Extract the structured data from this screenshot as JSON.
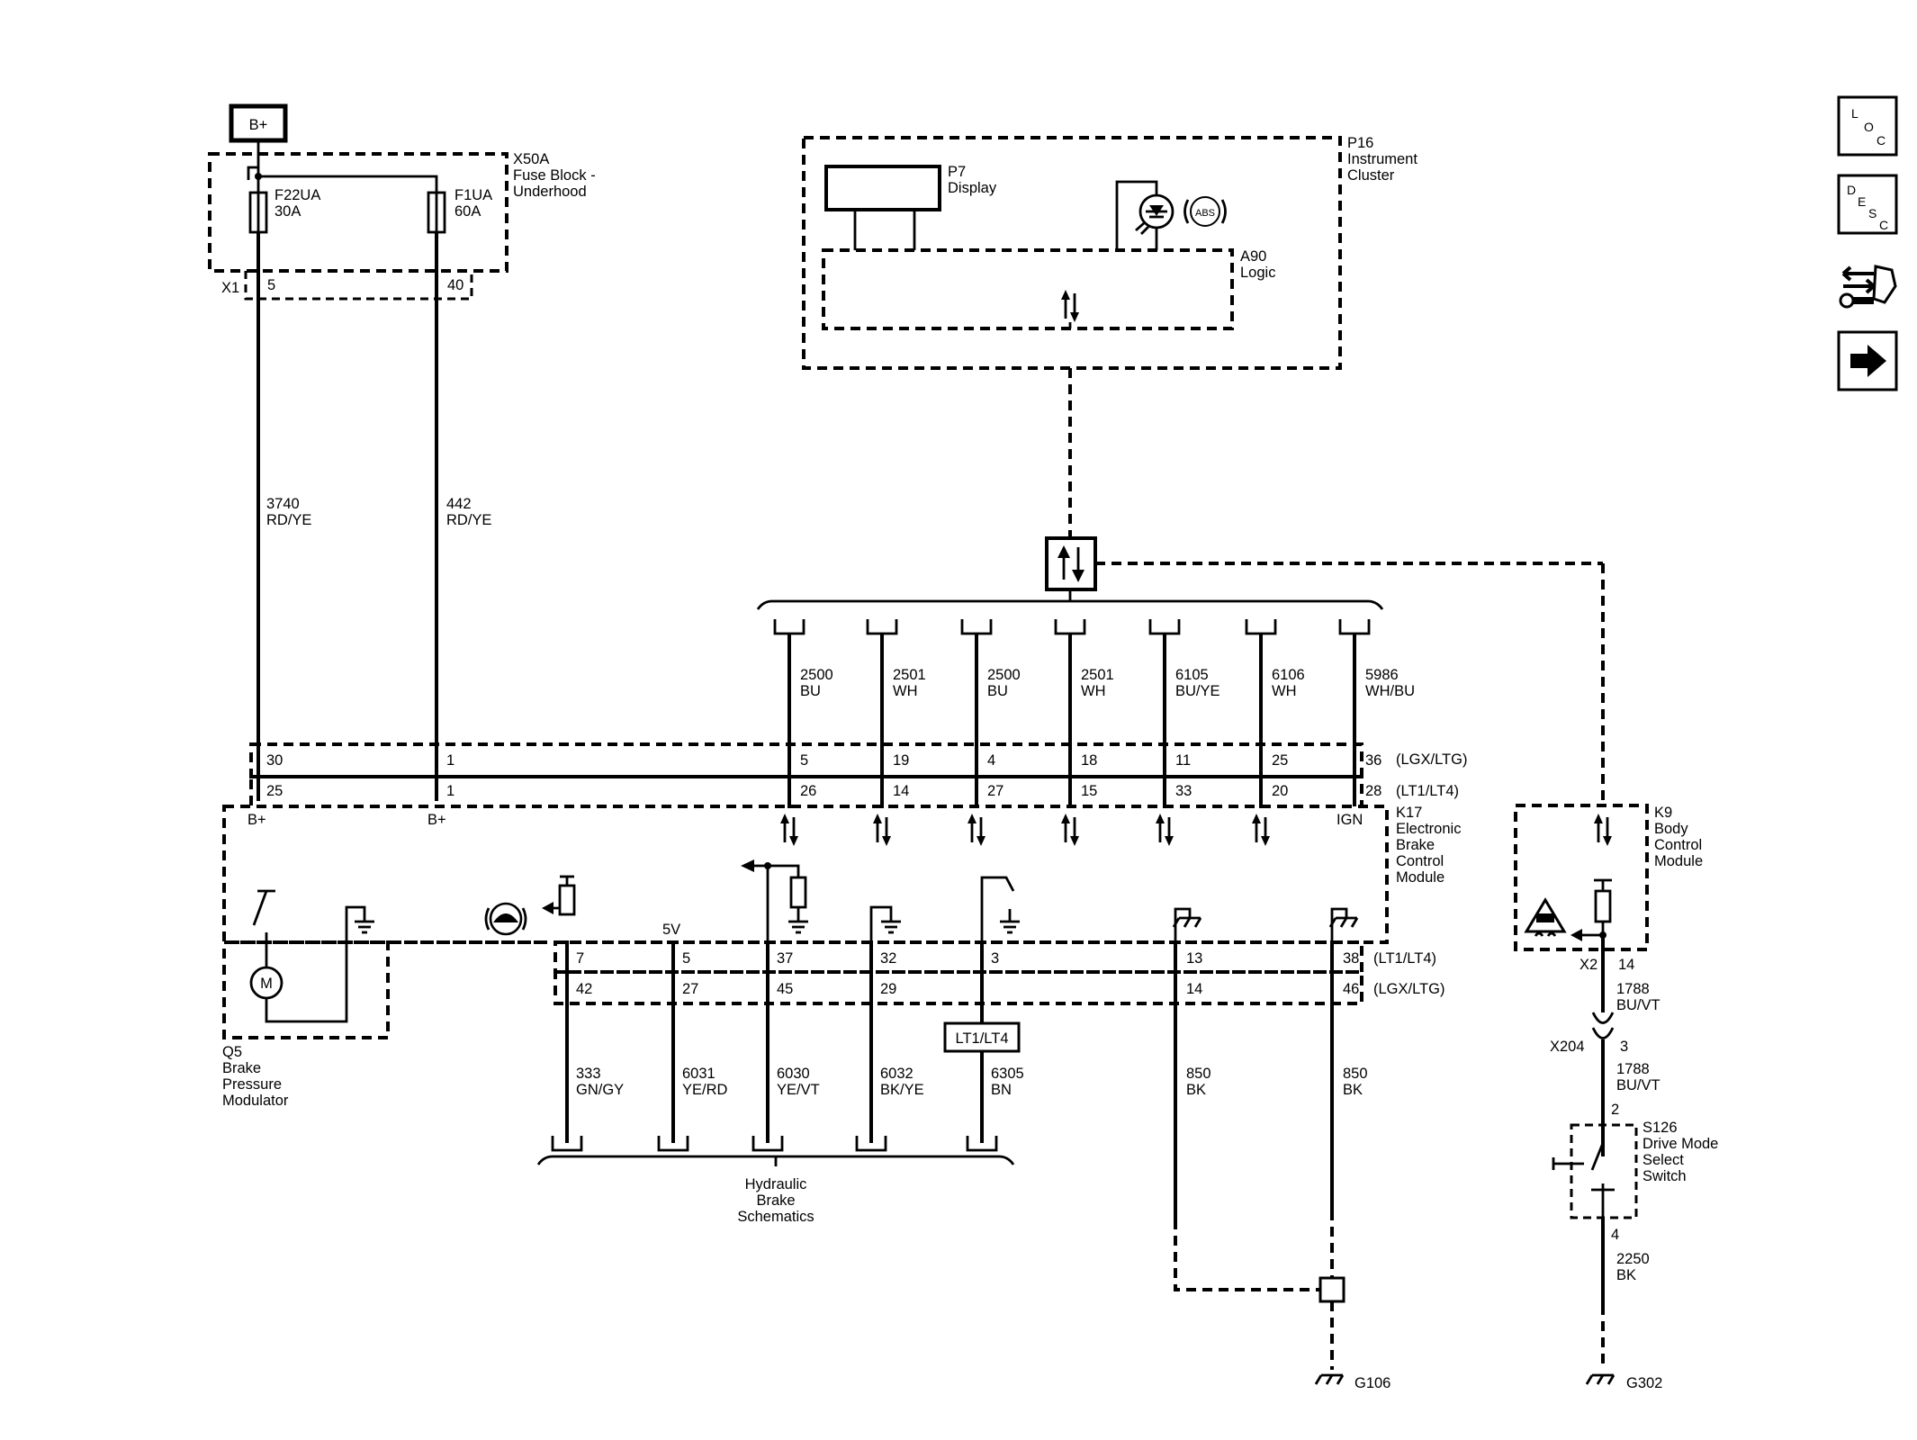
{
  "power": {
    "label": "B+"
  },
  "x50a": {
    "ref": "X50A",
    "name_1": "Fuse Block -",
    "name_2": "Underhood",
    "connector": "X1",
    "fuse_a": {
      "name": "F22UA",
      "rating": "30A",
      "pin": "5"
    },
    "fuse_b": {
      "name": "F1UA",
      "rating": "60A",
      "pin": "40"
    }
  },
  "wires": {
    "w3740": {
      "circuit": "3740",
      "color": "RD/YE"
    },
    "w442": {
      "circuit": "442",
      "color": "RD/YE"
    }
  },
  "p16": {
    "ref": "P16",
    "name_1": "Instrument",
    "name_2": "Cluster"
  },
  "p7": {
    "ref": "P7",
    "name": "Display"
  },
  "a90": {
    "ref": "A90",
    "name": "Logic"
  },
  "abs_icon": "ABS",
  "bus_wires": [
    {
      "circuit": "2500",
      "color": "BU",
      "pin_lgx": "5",
      "pin_lt": "26"
    },
    {
      "circuit": "2501",
      "color": "WH",
      "pin_lgx": "19",
      "pin_lt": "14"
    },
    {
      "circuit": "2500",
      "color": "BU",
      "pin_lgx": "4",
      "pin_lt": "27"
    },
    {
      "circuit": "2501",
      "color": "WH",
      "pin_lgx": "18",
      "pin_lt": "15"
    },
    {
      "circuit": "6105",
      "color": "BU/YE",
      "pin_lgx": "11",
      "pin_lt": "33"
    },
    {
      "circuit": "6106",
      "color": "WH",
      "pin_lgx": "25",
      "pin_lt": "20"
    },
    {
      "circuit": "5986",
      "color": "WH/BU",
      "pin_lgx": "36",
      "pin_lt": "28"
    }
  ],
  "k17": {
    "ref": "K17",
    "name_1": "Electronic",
    "name_2": "Brake",
    "name_3": "Control",
    "name_4": "Module",
    "variant_top": "(LGX/LTG)",
    "variant_mid": "(LT1/LT4)",
    "pin_3740_lgx": "30",
    "pin_3740_lt": "25",
    "pin_442_lgx": "1",
    "pin_442_lt": "1",
    "bplus_a": "B+",
    "bplus_b": "B+",
    "ign": "IGN",
    "v5": "5V",
    "variant_low_lt": "(LT1/LT4)",
    "variant_low_lgx": "(LGX/LTG)"
  },
  "lower_wires": [
    {
      "circuit": "333",
      "color": "GN/GY",
      "pin_lt": "7",
      "pin_lgx": "42"
    },
    {
      "circuit": "6031",
      "color": "YE/RD",
      "pin_lt": "5",
      "pin_lgx": "27"
    },
    {
      "circuit": "6030",
      "color": "YE/VT",
      "pin_lt": "37",
      "pin_lgx": "45"
    },
    {
      "circuit": "6032",
      "color": "BK/YE",
      "pin_lt": "32",
      "pin_lgx": "29"
    },
    {
      "circuit": "6305",
      "color": "BN",
      "pin_lt": "3",
      "pin_lgx": ""
    },
    {
      "circuit": "850",
      "color": "BK",
      "pin_lt": "13",
      "pin_lgx": "14"
    },
    {
      "circuit": "850",
      "color": "BK",
      "pin_lt": "38",
      "pin_lgx": "46"
    }
  ],
  "lt_tag": "LT1/LT4",
  "q5": {
    "ref": "Q5",
    "name_1": "Brake",
    "name_2": "Pressure",
    "name_3": "Modulator",
    "motor": "M"
  },
  "hydraulic": {
    "line_1": "Hydraulic",
    "line_2": "Brake",
    "line_3": "Schematics"
  },
  "k9": {
    "ref": "K9",
    "name_1": "Body",
    "name_2": "Control",
    "name_3": "Module",
    "connector": "X2",
    "pin": "14"
  },
  "w1788a": {
    "circuit": "1788",
    "color": "BU/VT"
  },
  "x204": {
    "ref": "X204",
    "pin": "3"
  },
  "w1788b": {
    "circuit": "1788",
    "color": "BU/VT"
  },
  "s126": {
    "ref": "S126",
    "name_1": "Drive Mode",
    "name_2": "Select",
    "name_3": "Switch",
    "pin_top": "2",
    "pin_bottom": "4"
  },
  "w2250": {
    "circuit": "2250",
    "color": "BK"
  },
  "grounds": {
    "g106": "G106",
    "g302": "G302"
  },
  "nav": {
    "loc": {
      "c1": "L",
      "c2": "O",
      "c3": "C"
    },
    "desc": {
      "c1": "D",
      "c2": "E",
      "c3": "S",
      "c4": "C"
    }
  }
}
